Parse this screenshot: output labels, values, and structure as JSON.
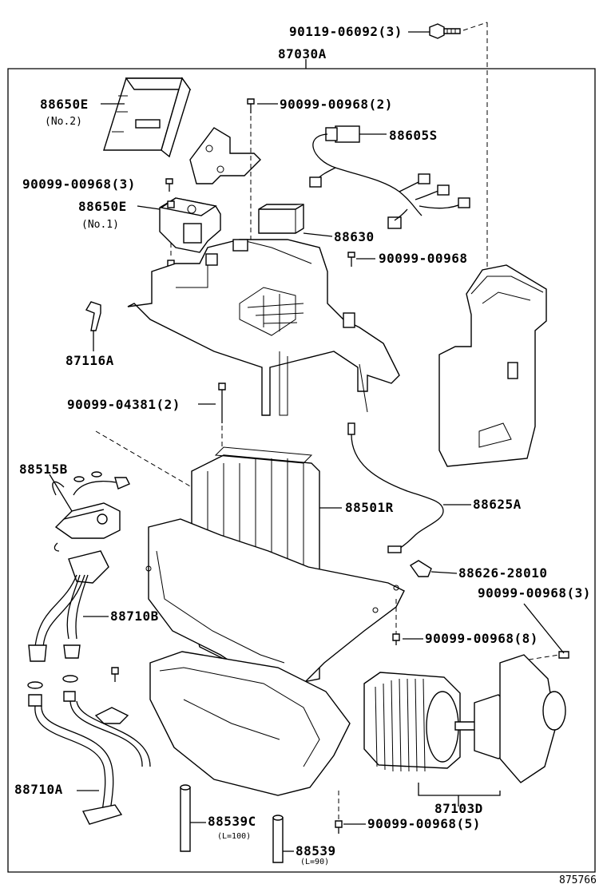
{
  "labels": {
    "p90119": "90119-06092(3)",
    "p87030a": "87030A",
    "p88650e2": "88650E",
    "p88650e2_sub": "(No.2)",
    "p90099_968_2": "90099-00968(2)",
    "p88605s": "88605S",
    "p90099_968_3a": "90099-00968(3)",
    "p88650e1": "88650E",
    "p88650e1_sub": "(No.1)",
    "p88630": "88630",
    "p90099_968": "90099-00968",
    "p87116a": "87116A",
    "p90099_4381": "90099-04381(2)",
    "p88515b": "88515B",
    "p88501r": "88501R",
    "p88625a": "88625A",
    "p88626": "88626-28010",
    "p90099_968_3b": "90099-00968(3)",
    "p88710b": "88710B",
    "p90099_968_8": "90099-00968(8)",
    "p88710a": "88710A",
    "p87103d": "87103D",
    "p88539c": "88539C",
    "p88539c_sub": "(L=100)",
    "p90099_968_5": "90099-00968(5)",
    "p88539": "88539",
    "p88539_sub": "(L=90)",
    "ref": "875766"
  }
}
